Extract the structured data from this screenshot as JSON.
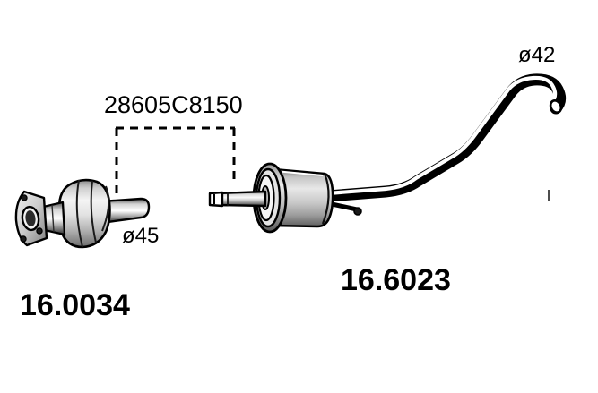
{
  "diagram": {
    "type": "exhaust-system-parts-diagram",
    "background_color": "#ffffff",
    "outline_color": "#000000",
    "metal_light": "#f2f2f2",
    "metal_mid": "#9a9a9a",
    "metal_dark": "#4a4a4a"
  },
  "labels": {
    "part_number": "28605C8150",
    "diameter_inlet": "ø45",
    "diameter_tailpipe": "ø42",
    "reference_left": "16.0034",
    "reference_right": "16.6023"
  },
  "parts": [
    {
      "id": "catalytic-converter",
      "reference": "16.0034",
      "diameter": "ø45",
      "features": [
        "triangular-flange",
        "oval-port",
        "three-bolt-holes",
        "barrel-body",
        "outlet-pipe"
      ]
    },
    {
      "id": "centre-muffler-with-tailpipe",
      "reference": "16.6023",
      "diameter": "ø42",
      "features": [
        "slotted-inlet-pipe",
        "cylindrical-silencer",
        "hanger-rod",
        "bent-tailpipe",
        "curved-tip"
      ]
    }
  ],
  "callout": {
    "style": "dashed-bracket",
    "text": "28605C8150",
    "points_to": [
      "catalytic-converter-outlet",
      "muffler-inlet"
    ]
  }
}
